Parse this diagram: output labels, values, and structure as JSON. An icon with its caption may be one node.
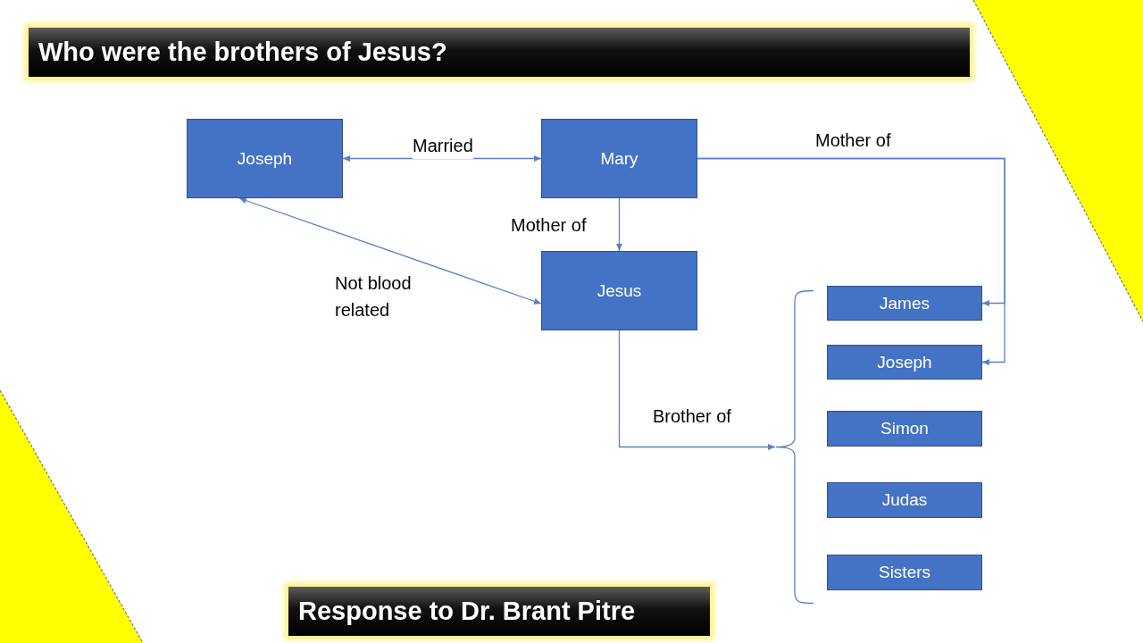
{
  "diagram": {
    "title": "Who were the brothers of Jesus?",
    "caption": "Response to Dr. Brant Pitre",
    "nodes": [
      {
        "text": [
          "Joseph"
        ]
      },
      {
        "text": [
          "Mary"
        ]
      },
      {
        "text": [
          "Jesus"
        ]
      },
      {
        "text": [],
        "shape": "bracket"
      },
      {
        "text": [
          "James"
        ]
      },
      {
        "text": [
          "Joseph"
        ]
      },
      {
        "text": [
          "Simon"
        ]
      },
      {
        "text": [
          "Judas"
        ]
      },
      {
        "text": [
          "Sisters"
        ]
      }
    ],
    "edges": [
      {
        "from": 0,
        "to": 1,
        "arrow": "both",
        "label": "Married"
      },
      {
        "from": 1,
        "to": 2,
        "arrow": "to",
        "label": "Mother of"
      },
      {
        "from": 1,
        "to": 4,
        "arrow": "to",
        "label": "Mother of"
      },
      {
        "from": 1,
        "to": 5,
        "arrow": "to"
      },
      {
        "from": 0,
        "to": 2,
        "arrow": "both",
        "label": "Not blood related"
      },
      {
        "from": 2,
        "to": 3,
        "arrow": "to",
        "label": "Brother of"
      }
    ]
  }
}
